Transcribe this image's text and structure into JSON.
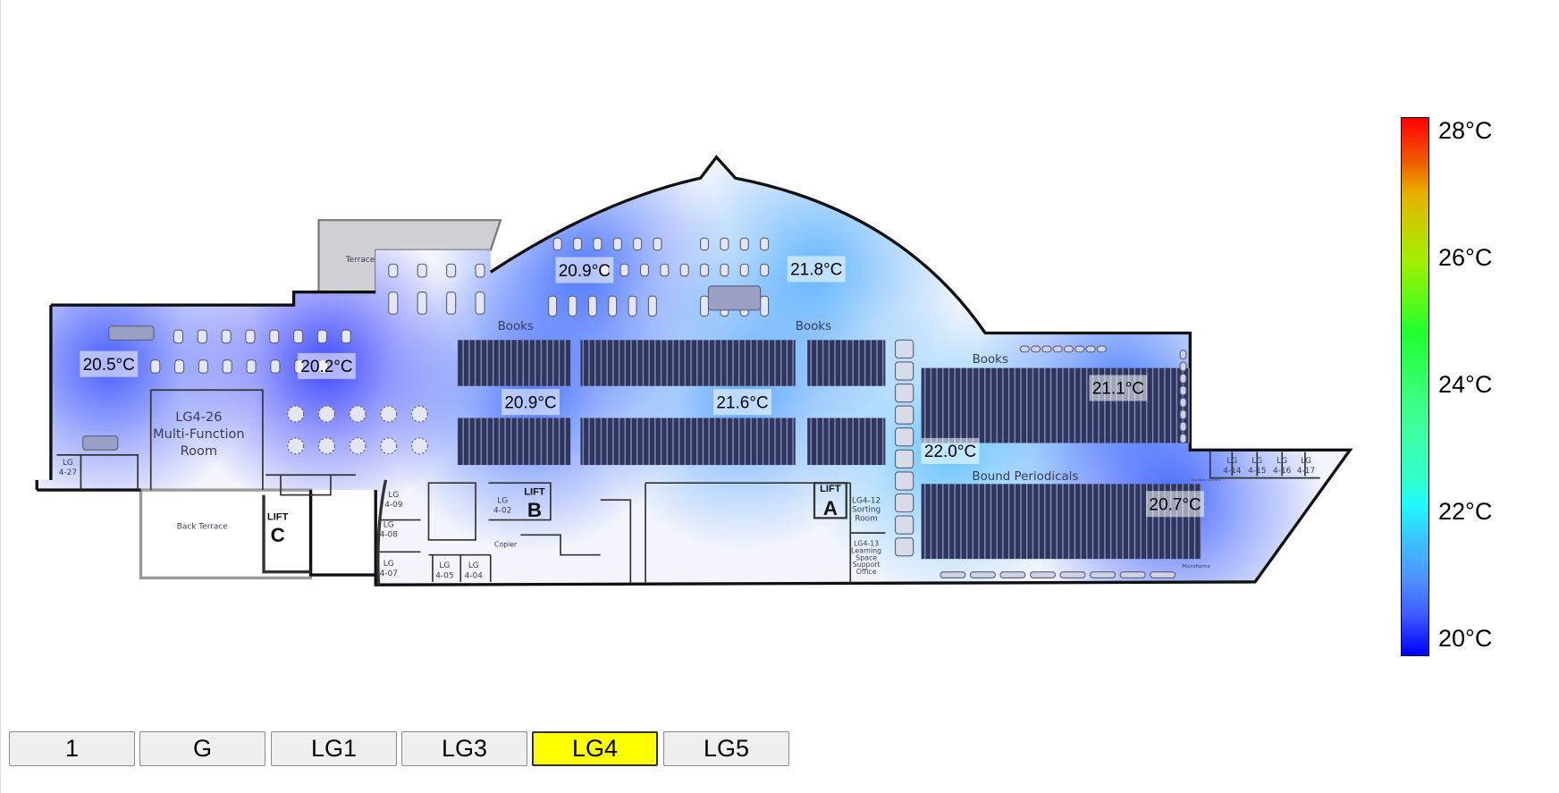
{
  "floor_plan": {
    "rooms": {
      "terrace": "Terrace",
      "back_terrace": "Back Terrace",
      "lg4_26": [
        "LG4-26",
        "Multi-Function",
        "Room"
      ],
      "lg4_27": [
        "LG",
        "4-27"
      ],
      "books": "Books",
      "bound_periodicals": "Bound Periodicals",
      "lg4_09": [
        "LG",
        "4-09"
      ],
      "lg4_08": [
        "LG",
        "4-08"
      ],
      "lg4_07": [
        "LG",
        "4-07"
      ],
      "lg4_05": [
        "LG",
        "4-05"
      ],
      "lg4_04": [
        "LG",
        "4-04"
      ],
      "lg4_02": [
        "LG",
        "4-02"
      ],
      "lift": "LIFT",
      "lift_a": "A",
      "lift_b": "B",
      "lift_c": "C",
      "copier": "Copier",
      "lg4_12": [
        "LG4-12",
        "Sorting",
        "Room"
      ],
      "lg4_13": [
        "LG4-13",
        "Learning",
        "Space",
        "Support",
        "Office"
      ],
      "lg4_14": [
        "LG",
        "4-14"
      ],
      "lg4_15": [
        "LG",
        "4-15"
      ],
      "lg4_16": [
        "LG",
        "4-16"
      ],
      "lg4_17": [
        "LG",
        "4-17"
      ],
      "microforms": "Microforms",
      "microform_scanners": "Microform Scanners"
    },
    "sensors": [
      {
        "label": "20.5°C",
        "value": 20.5
      },
      {
        "label": "20.2°C",
        "value": 20.2
      },
      {
        "label": "20.9°C",
        "value": 20.9
      },
      {
        "label": "21.8°C",
        "value": 21.8
      },
      {
        "label": "20.9°C",
        "value": 20.9
      },
      {
        "label": "21.6°C",
        "value": 21.6
      },
      {
        "label": "21.1°C",
        "value": 21.1
      },
      {
        "label": "22.0°C",
        "value": 22.0
      },
      {
        "label": "20.7°C",
        "value": 20.7
      }
    ]
  },
  "colorbar": {
    "min": 20,
    "max": 28,
    "labels": [
      "28°C",
      "26°C",
      "24°C",
      "22°C",
      "20°C"
    ],
    "colors": {
      "min": "#0000ff",
      "mid_low": "#20f8ff",
      "mid": "#20ff30",
      "mid_high": "#e8b000",
      "max": "#ff0000"
    }
  },
  "floors": {
    "buttons": [
      "1",
      "G",
      "LG1",
      "LG3",
      "LG4",
      "LG5"
    ],
    "selected": "LG4",
    "selected_color": "#ffff00"
  }
}
